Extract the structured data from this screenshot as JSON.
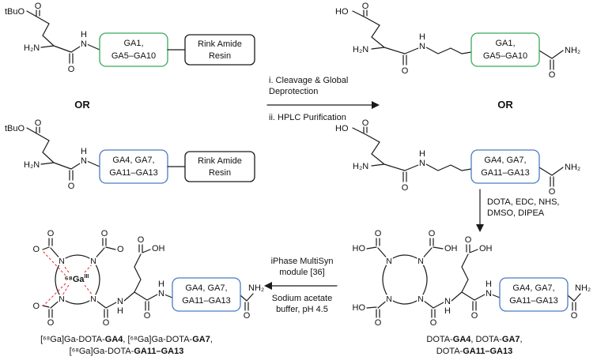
{
  "colors": {
    "green": "#3BA85C",
    "blue": "#4A7BC4",
    "red": "#E8232B"
  },
  "or_label": "OR",
  "atoms": {
    "tbuo": "tBuO",
    "o": "O",
    "h2n": "H₂N",
    "n": "N",
    "h": "H",
    "ho": "HO",
    "oh": "OH",
    "nh2": "NH₂"
  },
  "boxes": {
    "green": {
      "line1": "GA1,",
      "line2": "GA5–GA10"
    },
    "blue": {
      "line1": "GA4, GA7,",
      "line2": "GA11–GA13"
    },
    "resin": {
      "line1": "Rink Amide",
      "line2": "Resin"
    }
  },
  "arrow1": {
    "line1": "i. Cleavage & Global",
    "line2": "Deprotection",
    "line3": "ii. HPLC Purification"
  },
  "arrow2": {
    "line1": "DOTA, EDC, NHS,",
    "line2": "DMSO, DIPEA"
  },
  "arrow3": {
    "line1": "iPhase MultiSyn",
    "line2": "module [36]",
    "line3": "Sodium acetate",
    "line4": "buffer, pH 4.5"
  },
  "ga_label": {
    "iso": "⁶⁸Ga",
    "ox": "III"
  },
  "products": {
    "dota_l1": {
      "s1": "DOTA-",
      "b1": "GA4",
      "s2": ", DOTA-",
      "b2": "GA7",
      "s3": ","
    },
    "dota_l2": {
      "s1": "DOTA-",
      "b1": "GA11–GA13"
    },
    "ga_l1": {
      "s1": "[⁶⁸Ga]Ga-DOTA-",
      "b1": "GA4",
      "s2": ", [⁶⁸Ga]Ga-DOTA-",
      "b2": "GA7",
      "s3": ","
    },
    "ga_l2": {
      "s1": "[⁶⁸Ga]Ga-DOTA-",
      "b1": "GA11–GA13"
    }
  }
}
